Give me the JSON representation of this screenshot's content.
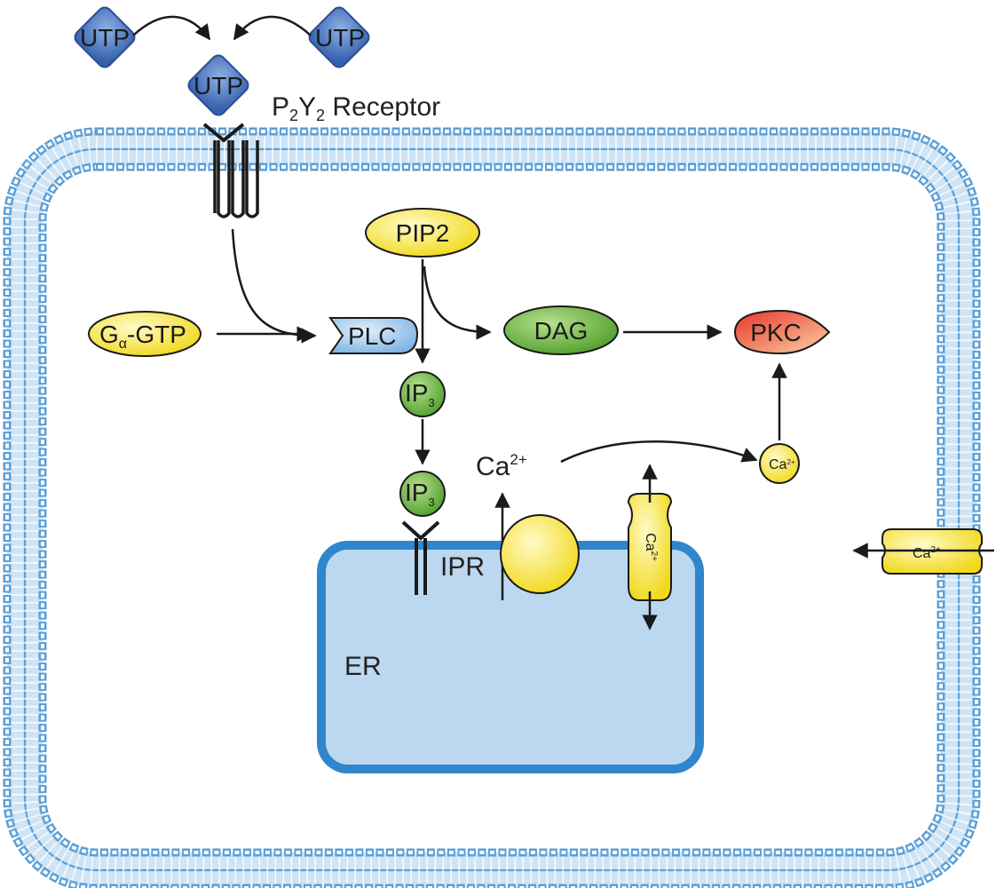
{
  "molecules": {
    "utp_left": "UTP",
    "utp_right": "UTP",
    "utp_bound": "UTP",
    "pip2": "PIP2",
    "plc": "PLC",
    "dag": "DAG",
    "pkc": "PKC",
    "g_alpha_prefix": "G",
    "g_alpha_sub": "α",
    "g_alpha_suffix": "-GTP",
    "ip3_top_main": "IP",
    "ip3_top_sub": "3",
    "ip3_bottom_main": "IP",
    "ip3_bottom_sub": "3"
  },
  "labels": {
    "receptor_p": "P",
    "receptor_p_sub": "2",
    "receptor_y": "Y",
    "receptor_y_sub": "2",
    "receptor_suffix": " Receptor",
    "ca_main": "Ca",
    "ca_sup": "2+",
    "ipr": "IPR",
    "er": "ER",
    "small_ca": "Ca",
    "small_ca_sup": "2+",
    "channel_ca": "Ca",
    "channel_ca_sup": "2+",
    "membrane_channel_ca": "Ca",
    "membrane_channel_ca_sup": "2+"
  },
  "colors": {
    "membrane": "#5b9fd6",
    "er_fill": "#bcd8f0",
    "er_stroke": "#2f86cc",
    "utp": "#4a78c4",
    "yellow": "#f5e23a",
    "green": "#6fb843",
    "plc": "#9cc8ee",
    "pkc_red": "#e8362a",
    "pkc_orange": "#f7b98a"
  }
}
